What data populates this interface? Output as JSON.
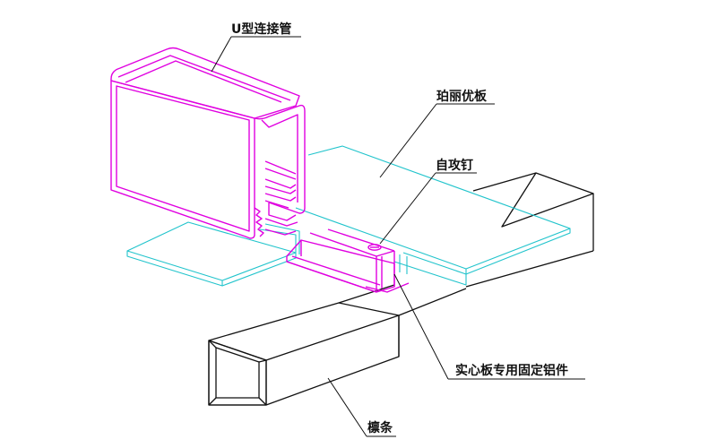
{
  "labels": {
    "u_pipe": "U型连接管",
    "polycarbonate_sheet": "珀丽优板",
    "self_tapping_screw": "自攻钉",
    "aluminum_fixing_part": "实心板专用固定铝件",
    "purlin": "檩条"
  },
  "colors": {
    "u_pipe": "#e000e0",
    "sheet": "#22c4cc",
    "purlin": "#111111",
    "label_text": "#111111"
  }
}
